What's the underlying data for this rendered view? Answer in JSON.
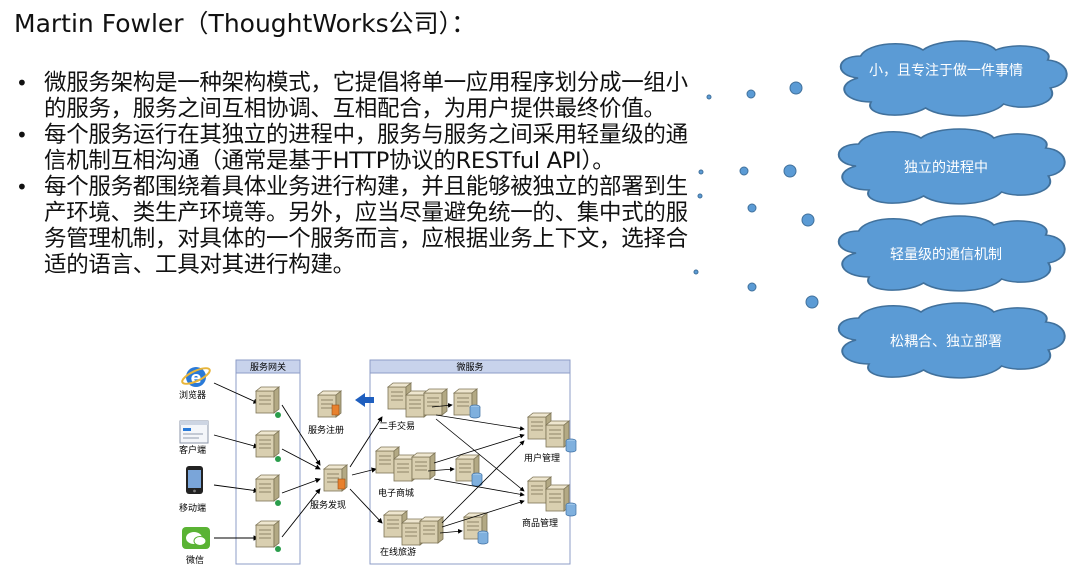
{
  "slide": {
    "title": "Martin Fowler（ThoughtWorks公司）：",
    "bullets": [
      "微服务架构是一种架构模式，它提倡将单一应用程序划分成一组小的服务，服务之间互相协调、互相配合，为用户提供最终价值。",
      "每个服务运行在其独立的进程中，服务与服务之间采用轻量级的通信机制互相沟通（通常是基于HTTP协议的RESTful API）。",
      "每个服务都围绕着具体业务进行构建，并且能够被独立的部署到生产环境、类生产环境等。另外，应当尽量避免统一的、集中式的服务管理机制，对具体的一个服务而言，应根据业务上下文，选择合适的语言、工具对其进行构建。"
    ]
  },
  "clouds": [
    {
      "label": "小，且专注于做一件事情"
    },
    {
      "label": "独立的进程中"
    },
    {
      "label": "轻量级的通信机制"
    },
    {
      "label": "松耦合、独立部署"
    }
  ],
  "colors": {
    "cloud_fill": "#5b9bd5",
    "cloud_stroke": "#41719c",
    "panel_header": "#c8d3ec",
    "panel_border": "#8e9cc7",
    "arrow_blue": "#1f5fbf"
  },
  "diagram": {
    "clients": [
      {
        "label": "浏览器",
        "icon": "ie-browser-icon"
      },
      {
        "label": "客户端",
        "icon": "desktop-client-icon"
      },
      {
        "label": "移动端",
        "icon": "mobile-phone-icon"
      },
      {
        "label": "微信",
        "icon": "wechat-icon"
      }
    ],
    "gateway_title": "服务网关",
    "microservices_title": "微服务",
    "registry_label": "服务注册",
    "discovery_label": "服务发现",
    "services": [
      "二手交易",
      "电子商城",
      "在线旅游",
      "用户管理",
      "商品管理"
    ]
  }
}
